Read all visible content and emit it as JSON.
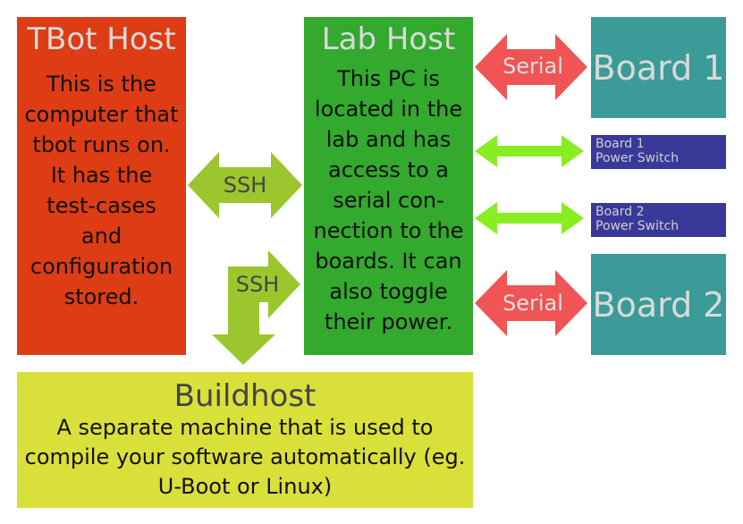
{
  "tbot": {
    "title": "TBot Host",
    "desc": "This is the computer that tbot runs on. It has the test-cases and configuration stored."
  },
  "lab": {
    "title": "Lab Host",
    "desc": "This PC is located in the lab and has access to a serial con-nection to the boards. It can also toggle their power."
  },
  "buildhost": {
    "title": "Buildhost",
    "desc": "A separate machine that is used to compile your software automatically (eg. U-Boot or Linux)"
  },
  "board1": {
    "label": "Board 1"
  },
  "board2": {
    "label": "Board 2"
  },
  "switch1": {
    "line1": "Board 1",
    "line2": "Power Switch"
  },
  "switch2": {
    "line1": "Board 2",
    "line2": "Power Switch"
  },
  "connections": {
    "ssh_tbot_lab": "SSH",
    "ssh_build": "SSH",
    "serial_board1": "Serial",
    "serial_board2": "Serial"
  },
  "colors": {
    "tbot": "#dd3c14",
    "lab": "#33a92e",
    "buildhost": "#d9e03a",
    "board": "#3a9b99",
    "switch": "#393999",
    "serial_arrow": "#f05454",
    "ssh_arrow": "#9bc62d",
    "power_arrow": "#88ee22"
  }
}
